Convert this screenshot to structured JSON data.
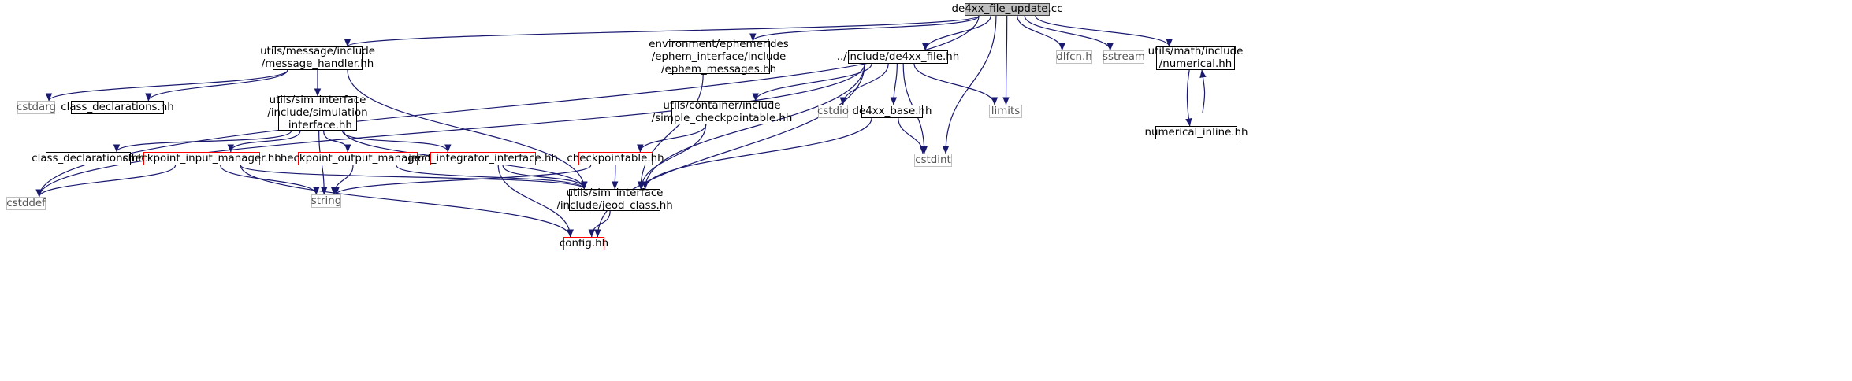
{
  "graph": {
    "nodes": [
      {
        "id": "root",
        "name": "node-de4xx-file-update-cc",
        "label": "de4xx_file_update.cc",
        "kind": "root"
      },
      {
        "id": "msg_handler",
        "name": "node-message-handler-hh",
        "label": "utils/message/include\n/message_handler.hh",
        "kind": "doc"
      },
      {
        "id": "ephem",
        "name": "node-ephem-messages-hh",
        "label": "environment/ephemerides\n/ephem_interface/include\n/ephem_messages.hh",
        "kind": "doc"
      },
      {
        "id": "de4xx_file",
        "name": "node-de4xx-file-hh",
        "label": "../include/de4xx_file.hh",
        "kind": "doc"
      },
      {
        "id": "dlfcn",
        "name": "node-dlfcn-h",
        "label": "dlfcn.h",
        "kind": "sys"
      },
      {
        "id": "sstream",
        "name": "node-sstream",
        "label": "sstream",
        "kind": "sys"
      },
      {
        "id": "numerical",
        "name": "node-numerical-hh",
        "label": "utils/math/include\n/numerical.hh",
        "kind": "doc"
      },
      {
        "id": "cstdarg",
        "name": "node-cstdarg",
        "label": "cstdarg",
        "kind": "sys"
      },
      {
        "id": "class_decl_1",
        "name": "node-class-declarations-hh-1",
        "label": "class_declarations.hh",
        "kind": "doc"
      },
      {
        "id": "sim_iface",
        "name": "node-simulation-interface-hh",
        "label": "utils/sim_interface\n/include/simulation\n_interface.hh",
        "kind": "doc"
      },
      {
        "id": "simple_chk",
        "name": "node-simple-checkpointable-hh",
        "label": "utils/container/include\n/simple_checkpointable.hh",
        "kind": "doc"
      },
      {
        "id": "cstdio",
        "name": "node-cstdio",
        "label": "cstdio",
        "kind": "sys"
      },
      {
        "id": "de4xx_base",
        "name": "node-de4xx-base-hh",
        "label": "de4xx_base.hh",
        "kind": "doc"
      },
      {
        "id": "limits",
        "name": "node-limits",
        "label": "limits",
        "kind": "sys"
      },
      {
        "id": "num_inline",
        "name": "node-numerical-inline-hh",
        "label": "numerical_inline.hh",
        "kind": "doc"
      },
      {
        "id": "class_decl_2",
        "name": "node-class-declarations-hh-2",
        "label": "class_declarations.hh",
        "kind": "doc"
      },
      {
        "id": "chk_input",
        "name": "node-checkpoint-input-manager-hh",
        "label": "checkpoint_input_manager.hh",
        "kind": "trunc"
      },
      {
        "id": "chk_output",
        "name": "node-checkpoint-output-manager-hh",
        "label": "checkpoint_output_manager.hh",
        "kind": "trunc"
      },
      {
        "id": "jeod_integ",
        "name": "node-jeod-integrator-interface-hh",
        "label": "jeod_integrator_interface.hh",
        "kind": "trunc"
      },
      {
        "id": "checkpointable",
        "name": "node-checkpointable-hh",
        "label": "checkpointable.hh",
        "kind": "trunc"
      },
      {
        "id": "cstdint",
        "name": "node-cstdint",
        "label": "cstdint",
        "kind": "sys"
      },
      {
        "id": "cstddef",
        "name": "node-cstddef",
        "label": "cstddef",
        "kind": "sys"
      },
      {
        "id": "string",
        "name": "node-string",
        "label": "string",
        "kind": "sys"
      },
      {
        "id": "jeod_class",
        "name": "node-jeod-class-hh",
        "label": "utils/sim_interface\n/include/jeod_class.hh",
        "kind": "doc"
      },
      {
        "id": "config",
        "name": "node-config-hh",
        "label": "config.hh",
        "kind": "trunc"
      }
    ],
    "edges": [
      [
        "root",
        "cstddef"
      ],
      [
        "root",
        "msg_handler"
      ],
      [
        "root",
        "ephem"
      ],
      [
        "root",
        "de4xx_file"
      ],
      [
        "root",
        "limits"
      ],
      [
        "root",
        "cstdint"
      ],
      [
        "root",
        "dlfcn"
      ],
      [
        "root",
        "sstream"
      ],
      [
        "root",
        "numerical"
      ],
      [
        "msg_handler",
        "cstdarg"
      ],
      [
        "msg_handler",
        "class_decl_1"
      ],
      [
        "msg_handler",
        "sim_iface"
      ],
      [
        "msg_handler",
        "jeod_class"
      ],
      [
        "ephem",
        "jeod_class"
      ],
      [
        "de4xx_file",
        "cstddef"
      ],
      [
        "de4xx_file",
        "jeod_class"
      ],
      [
        "de4xx_file",
        "simple_chk"
      ],
      [
        "de4xx_file",
        "cstdio"
      ],
      [
        "de4xx_file",
        "de4xx_base"
      ],
      [
        "de4xx_file",
        "cstdint"
      ],
      [
        "de4xx_file",
        "limits"
      ],
      [
        "de4xx_file",
        "config"
      ],
      [
        "sim_iface",
        "class_decl_2"
      ],
      [
        "sim_iface",
        "chk_input"
      ],
      [
        "sim_iface",
        "string"
      ],
      [
        "sim_iface",
        "chk_output"
      ],
      [
        "sim_iface",
        "jeod_integ"
      ],
      [
        "sim_iface",
        "jeod_class"
      ],
      [
        "chk_input",
        "cstddef"
      ],
      [
        "chk_input",
        "string"
      ],
      [
        "chk_input",
        "jeod_class"
      ],
      [
        "chk_input",
        "config"
      ],
      [
        "chk_output",
        "string"
      ],
      [
        "chk_output",
        "jeod_class"
      ],
      [
        "jeod_integ",
        "jeod_class"
      ],
      [
        "jeod_integ",
        "config"
      ],
      [
        "checkpointable",
        "string"
      ],
      [
        "checkpointable",
        "jeod_class"
      ],
      [
        "simple_chk",
        "checkpointable"
      ],
      [
        "simple_chk",
        "jeod_class"
      ],
      [
        "de4xx_base",
        "cstdint"
      ],
      [
        "de4xx_base",
        "jeod_class"
      ],
      [
        "jeod_class",
        "config"
      ],
      [
        "numerical",
        "num_inline"
      ],
      [
        "num_inline",
        "numerical"
      ]
    ]
  },
  "colors": {
    "edge": "#191970",
    "root_fill": "#bfbfbf",
    "truncated_border": "#ff0000",
    "system_border": "#bfbfbf"
  }
}
